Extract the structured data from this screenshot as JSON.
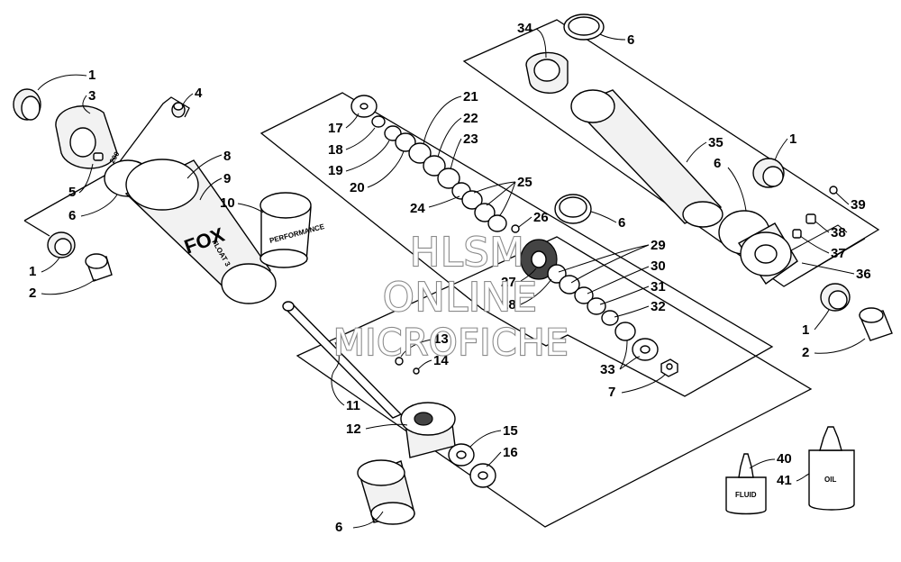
{
  "callouts": [
    {
      "n": "1"
    },
    {
      "n": "3"
    },
    {
      "n": "4"
    },
    {
      "n": "5"
    },
    {
      "n": "6"
    },
    {
      "n": "1"
    },
    {
      "n": "2"
    },
    {
      "n": "8"
    },
    {
      "n": "9"
    },
    {
      "n": "10"
    },
    {
      "n": "11"
    },
    {
      "n": "12"
    },
    {
      "n": "13"
    },
    {
      "n": "14"
    },
    {
      "n": "15"
    },
    {
      "n": "16"
    },
    {
      "n": "6"
    },
    {
      "n": "17"
    },
    {
      "n": "18"
    },
    {
      "n": "19"
    },
    {
      "n": "20"
    },
    {
      "n": "21"
    },
    {
      "n": "22"
    },
    {
      "n": "23"
    },
    {
      "n": "24"
    },
    {
      "n": "25"
    },
    {
      "n": "26"
    },
    {
      "n": "6"
    },
    {
      "n": "27"
    },
    {
      "n": "28"
    },
    {
      "n": "29"
    },
    {
      "n": "30"
    },
    {
      "n": "31"
    },
    {
      "n": "32"
    },
    {
      "n": "33"
    },
    {
      "n": "7"
    },
    {
      "n": "34"
    },
    {
      "n": "6"
    },
    {
      "n": "35"
    },
    {
      "n": "6"
    },
    {
      "n": "1"
    },
    {
      "n": "39"
    },
    {
      "n": "38"
    },
    {
      "n": "37"
    },
    {
      "n": "36"
    },
    {
      "n": "1"
    },
    {
      "n": "2"
    },
    {
      "n": "40"
    },
    {
      "n": "41"
    }
  ],
  "bottle_labels": {
    "fluid": "FLUID",
    "oil": "OIL"
  },
  "shock_labels": {
    "brand": "FOX",
    "model": "FLOAT 3",
    "psi": "200",
    "sleeve": "PERFORMANCE"
  },
  "watermark": {
    "line1": "HLSM",
    "line2": "ONLINE",
    "line3": "MICROFICHE"
  }
}
